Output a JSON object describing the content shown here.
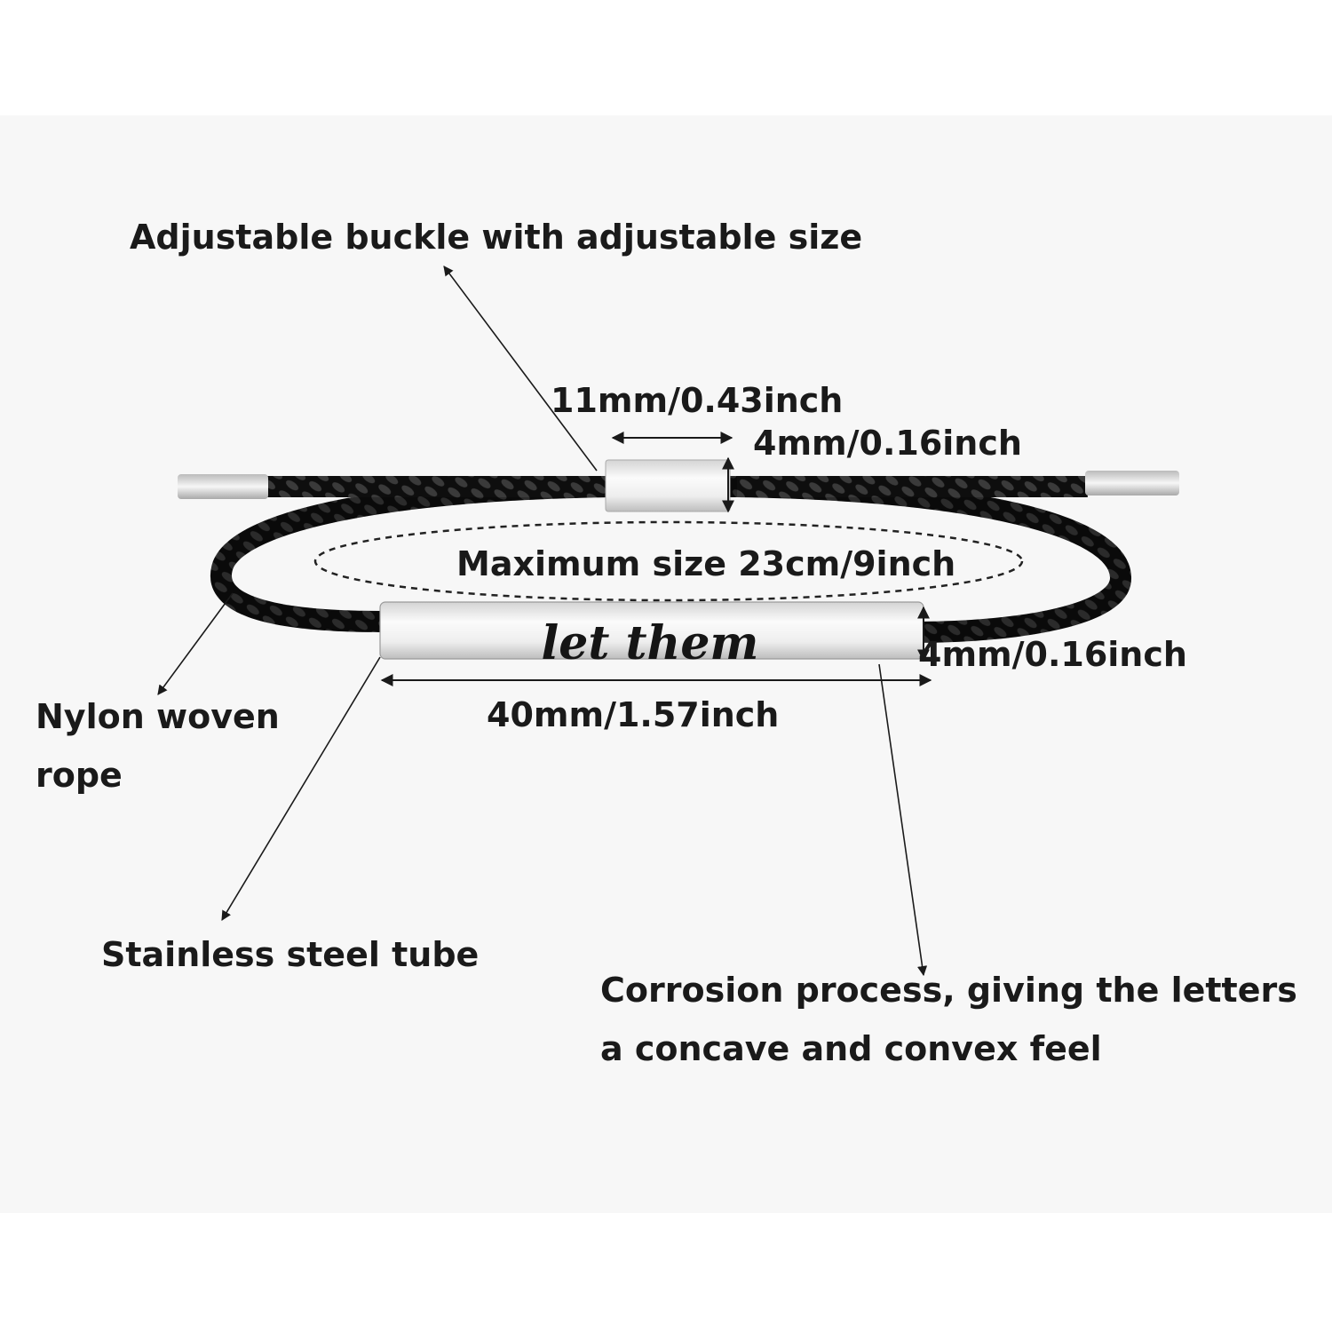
{
  "labels": {
    "buckle": "Adjustable buckle with adjustable size",
    "buckle_width": "11mm/0.43inch",
    "buckle_height": "4mm/0.16inch",
    "max_size": "Maximum size 23cm/9inch",
    "tube_height": "4mm/0.16inch",
    "tube_length": "40mm/1.57inch",
    "rope_line1": "Nylon woven",
    "rope_line2": "rope",
    "tube": "Stainless steel tube",
    "corrosion_line1": "Corrosion process, giving the letters",
    "corrosion_line2": "a concave and convex feel"
  },
  "engraving": "let them",
  "colors": {
    "background": "#ffffff",
    "panel": "#f7f7f7",
    "rope": "#111111",
    "steel": "#e9e9e9",
    "text": "#1a1a1a"
  }
}
